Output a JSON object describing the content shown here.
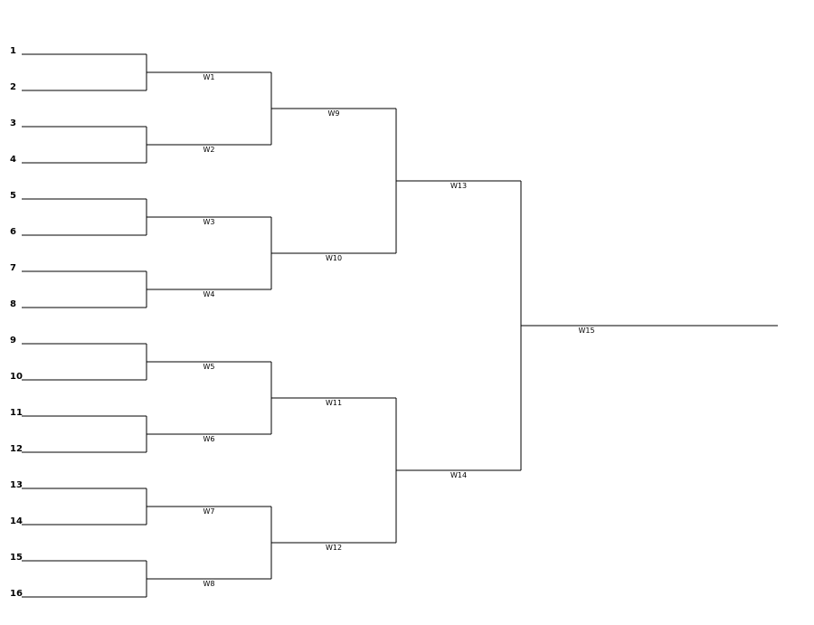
{
  "seeds": [
    "1",
    "2",
    "3",
    "4",
    "5",
    "6",
    "7",
    "8",
    "9",
    "10",
    "11",
    "12",
    "13",
    "14",
    "15",
    "16"
  ],
  "winner_labels": [
    "W1",
    "W2",
    "W3",
    "W4",
    "W5",
    "W6",
    "W7",
    "W8",
    "W9",
    "W10",
    "W11",
    "W12",
    "W13",
    "W14",
    "W15"
  ],
  "colors": {
    "line": "#000000",
    "background": "#ffffff"
  }
}
